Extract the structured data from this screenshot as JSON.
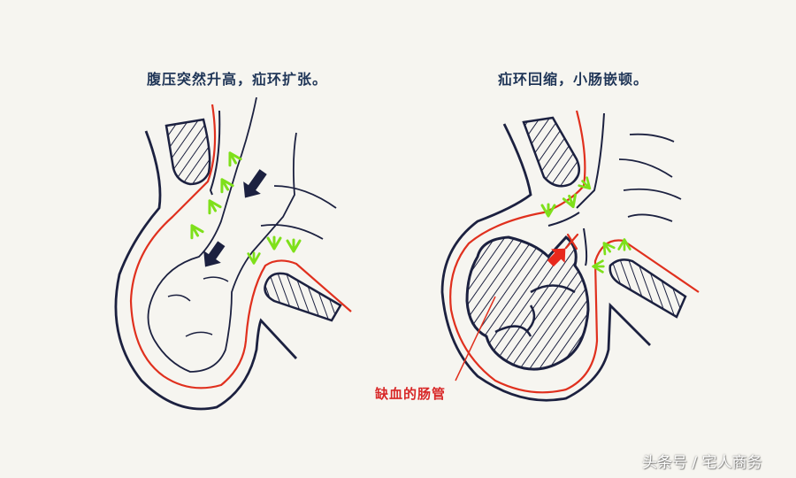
{
  "panels": {
    "left": {
      "title": "腹压突然升高，疝环扩张。",
      "description": "Abdominal pressure rises suddenly; hernia ring dilates. Black arrows show bowel moving into sac; green arrows show ring expanding."
    },
    "right": {
      "title": "疝环回缩，小肠嵌顿。",
      "description": "Hernia ring retracts; small intestine becomes incarcerated. Red arrow and red X mark the constriction point.",
      "annotation": "缺血的肠管"
    }
  },
  "watermark": "头条号 / 宅人商务",
  "colors": {
    "background": "#f6f5f0",
    "outline": "#1c2140",
    "peritoneum": "#e0301e",
    "force_arrows": "#7ee01a",
    "bowel_arrows": "#1c2140",
    "title_text": "#1f3557",
    "annotation_text": "#d82828"
  },
  "icons": {
    "down-left-arrow": "black bowel movement arrow",
    "chevron-arrow": "green pressure arrow",
    "red-arrow": "red constriction arrow",
    "x-mark": "red constriction point"
  }
}
